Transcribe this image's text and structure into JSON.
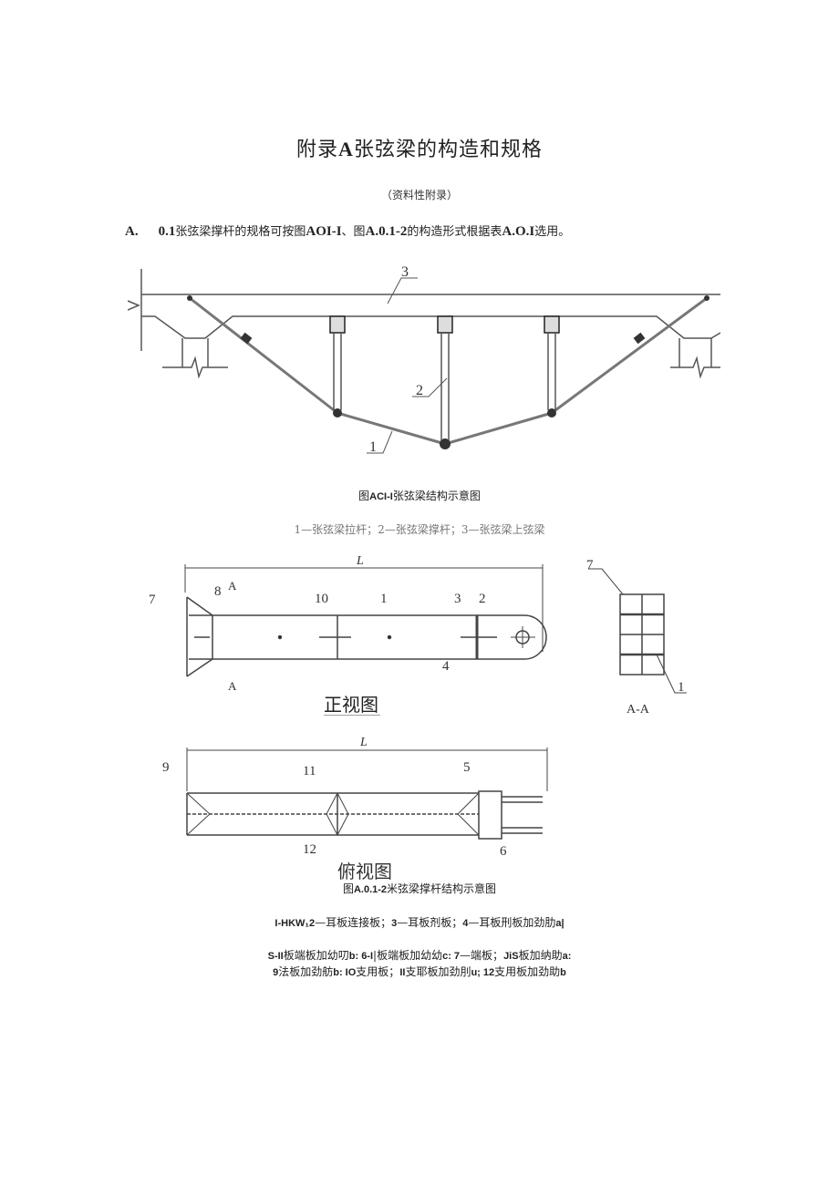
{
  "document": {
    "title_prefix": "附录",
    "title_letter": "A",
    "title_rest": "张弦梁的构造和规格",
    "subtitle": "（资料性附录）",
    "clause": {
      "number_a": "A.",
      "number_b": "0.1",
      "text_1": "张弦梁撑杆的规格可按图",
      "ref_1": "AOI-I",
      "text_2": "、图",
      "ref_2": "A.0.1-2",
      "text_3": "的构造形式根据表",
      "ref_3": "A.O.I",
      "text_4": "选用。"
    }
  },
  "figure1": {
    "caption_prefix": "图",
    "caption_ref": "ACI-I",
    "caption_text": "张弦梁结构示意图",
    "legend": "1—张弦梁拉杆；2—张弦梁撑杆；3—张弦梁上弦梁",
    "labels": {
      "tie_rod": "1",
      "strut": "2",
      "upper_beam": "3"
    }
  },
  "figure2": {
    "front_view": {
      "title": "正视图",
      "dimension": "L",
      "section_mark": "A",
      "labels": [
        "7",
        "8",
        "10",
        "1",
        "3",
        "2",
        "4"
      ]
    },
    "section_view": {
      "title": "A-A",
      "labels": [
        "7",
        "1"
      ]
    },
    "top_view": {
      "title": "俯视图",
      "dimension": "L",
      "labels": [
        "9",
        "11",
        "12",
        "5",
        "6"
      ]
    },
    "caption_prefix": "图",
    "caption_ref": "A.0.1-2",
    "caption_text": "米弦梁撑杆结构示意图"
  },
  "notes": {
    "line1": [
      {
        "b": "I-HKW₁2",
        "t": "—耳板连接板；"
      },
      {
        "b": "3",
        "t": "—耳板剂板；"
      },
      {
        "b": "4",
        "t": "—耳板刑板加劲肋"
      },
      {
        "b": "a|",
        "t": ""
      }
    ],
    "line2": [
      {
        "b": "S-II",
        "t": "板端板加幼叨"
      },
      {
        "b": "b: 6-I",
        "t": "|板端板加幼幼"
      },
      {
        "b": "c: 7",
        "t": "—端板；"
      },
      {
        "b": "JiS",
        "t": "板加纳助"
      },
      {
        "b": "a:",
        "t": ""
      }
    ],
    "line3": [
      {
        "b": "9",
        "t": "法板加劲舫"
      },
      {
        "b": "b: IO",
        "t": "支用板；"
      },
      {
        "b": "II",
        "t": "支耶板加劲刖"
      },
      {
        "b": "u; 12",
        "t": "支用板加劲助"
      },
      {
        "b": "b",
        "t": ""
      }
    ]
  }
}
